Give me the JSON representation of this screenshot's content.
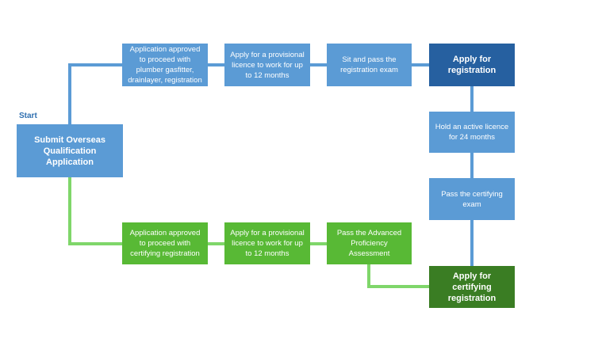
{
  "start_label": "Start",
  "start_node": "Submit Overseas\nQualification Application",
  "registration_path": {
    "approved": "Application approved\nto proceed with\nplumber gasfitter,\ndrainlayer, registration",
    "provisional": "Apply for a provisional\nlicence to work for up\nto 12 months",
    "exam": "Sit and pass the\nregistration exam",
    "apply": "Apply for\nregistration"
  },
  "certifying_steps": {
    "hold_licence": "Hold an active licence\nfor 24 months",
    "certifying_exam": "Pass the certifying\nexam"
  },
  "certifying_path": {
    "approved": "Application approved\nto proceed with\ncertifying registration",
    "provisional": "Apply for a provisional\nlicence to work for up\nto 12 months",
    "assessment": "Pass the Advanced\nProficiency\nAssessment",
    "apply": "Apply for certifying\nregistration"
  },
  "colors": {
    "blue": "#5b9bd5",
    "dark_blue": "#2660a0",
    "green": "#58b935",
    "dark_green": "#3a7d23",
    "blue_connector": "#5b9bd5",
    "green_connector": "#7fd66a"
  }
}
